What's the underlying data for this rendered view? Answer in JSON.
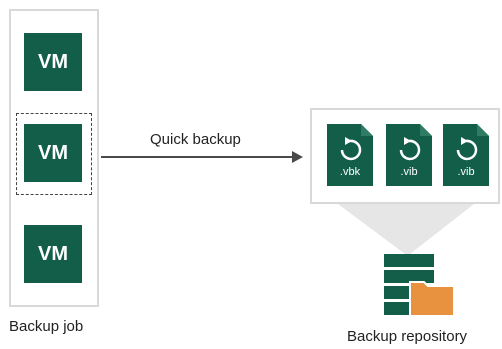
{
  "backup_job": {
    "vms": [
      {
        "label": "VM"
      },
      {
        "label": "VM"
      },
      {
        "label": "VM"
      }
    ],
    "caption": "Backup job"
  },
  "arrow": {
    "label": "Quick backup"
  },
  "repository": {
    "files": [
      {
        "ext": ".vbk"
      },
      {
        "ext": ".vib"
      },
      {
        "ext": ".vib"
      }
    ],
    "caption": "Backup repository"
  },
  "colors": {
    "vm_green": "#135e49",
    "folder_orange": "#e8913e",
    "panel_border": "#d9d9d9"
  },
  "icons": [
    "vm-icon",
    "backup-file-icon",
    "repository-server-icon",
    "folder-icon"
  ]
}
